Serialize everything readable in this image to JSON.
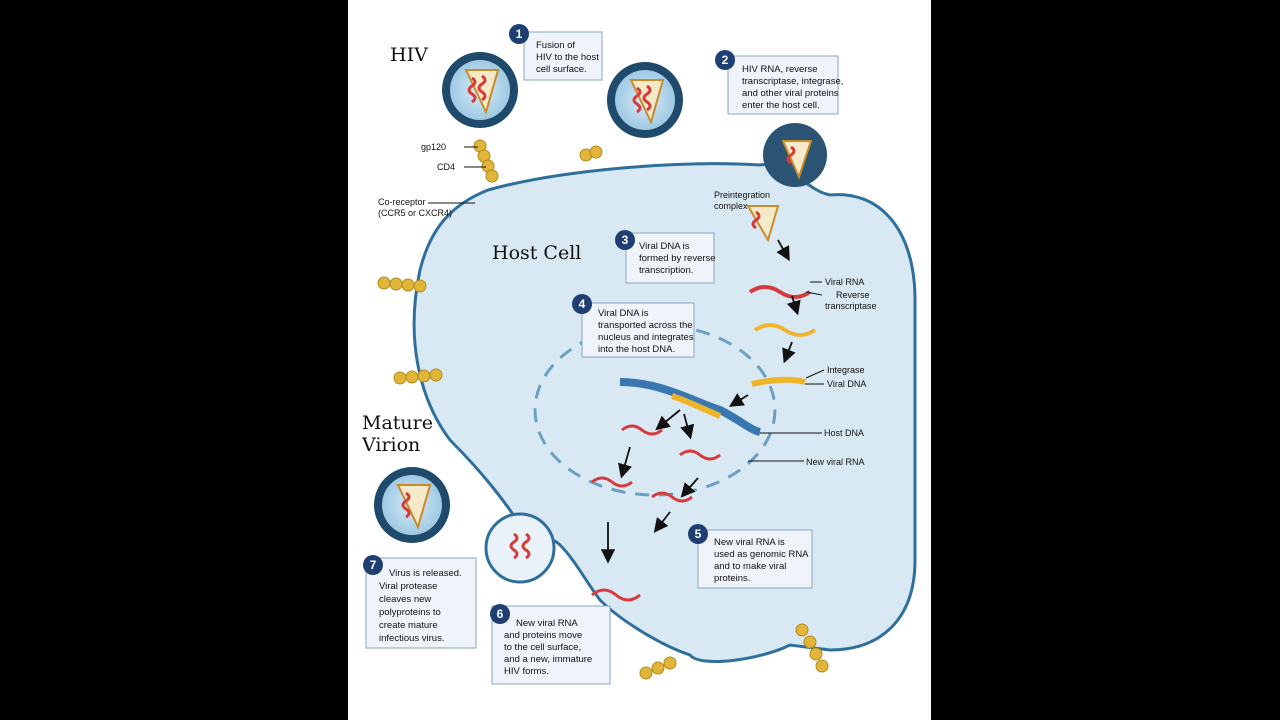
{
  "titles": {
    "hiv": "HIV",
    "host_cell": "Host Cell",
    "mature_virion_1": "Mature",
    "mature_virion_2": "Virion"
  },
  "labels": {
    "gp120": "gp120",
    "cd4": "CD4",
    "coreceptor_1": "Co-receptor",
    "coreceptor_2": "(CCR5 or CXCR4)",
    "preintegration_1": "Preintegration",
    "preintegration_2": "complex",
    "viral_rna": "Viral RNA",
    "reverse_1": "Reverse",
    "reverse_2": "transcriptase",
    "integrase": "Integrase",
    "viral_dna": "Viral DNA",
    "host_dna": "Host DNA",
    "new_viral_rna": "New viral RNA"
  },
  "steps": [
    {
      "num": "1",
      "lines": [
        "Fusion of",
        "HIV to the host",
        "cell surface."
      ]
    },
    {
      "num": "2",
      "lines": [
        "HIV RNA, reverse",
        "transcriptase, integrase,",
        "and other viral proteins",
        "enter the host cell."
      ]
    },
    {
      "num": "3",
      "lines": [
        "Viral DNA is",
        "formed by reverse",
        "transcription."
      ]
    },
    {
      "num": "4",
      "lines": [
        "Viral DNA is",
        "transported across the",
        "nucleus and integrates",
        "into the host DNA."
      ]
    },
    {
      "num": "5",
      "lines": [
        "New viral RNA is",
        "used as genomic RNA",
        "and to make viral",
        "proteins."
      ]
    },
    {
      "num": "6",
      "lines": [
        "New viral RNA",
        "and proteins move",
        "to the cell surface,",
        "and a new, immature",
        "HIV forms."
      ]
    },
    {
      "num": "7",
      "lines": [
        "Virus is released.",
        "Viral protease",
        "cleaves new",
        "polyproteins to",
        "create mature",
        "infectious virus."
      ]
    }
  ],
  "colors": {
    "cell_fill": "#d9e9f3",
    "membrane": "#2f6f9c",
    "virus_shell": "#1f4a6b",
    "capsid": "#f4e9c8",
    "rna": "#d63a3a",
    "receptor": "#e0b53a",
    "badge": "#1f3f73"
  }
}
